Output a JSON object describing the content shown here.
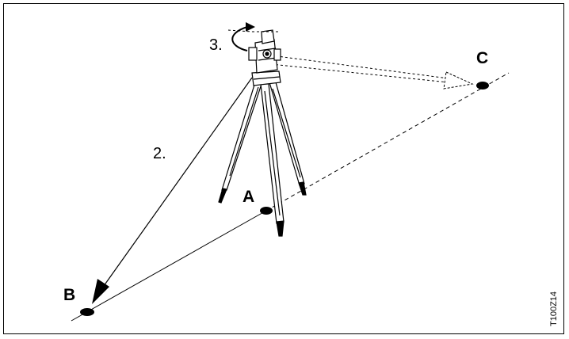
{
  "points": {
    "a": "A",
    "b": "B",
    "c": "C"
  },
  "steps": {
    "step_2": "2.",
    "step_3": "3."
  },
  "figure_id": "T100Z14"
}
